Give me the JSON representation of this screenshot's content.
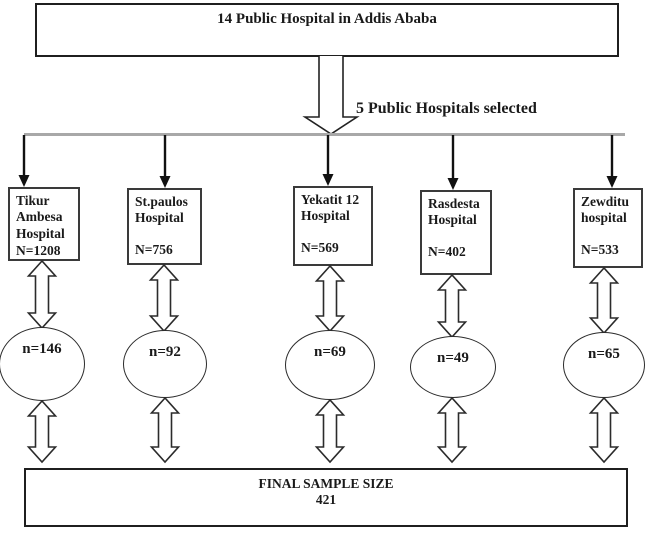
{
  "header": {
    "title": "14 Public Hospital in Addis Ababa",
    "selection_label": "5 Public Hospitals selected"
  },
  "hospitals": [
    {
      "name": "Tikur Ambesa Hospital",
      "n": "N=1208",
      "sample": "n=146"
    },
    {
      "name": "St.paulos Hospital",
      "n": "N=756",
      "sample": "n=92"
    },
    {
      "name": "Yekatit 12 Hospital",
      "n": "N=569",
      "sample": "n=69"
    },
    {
      "name": "Rasdesta Hospital",
      "n": "N=402",
      "sample": "n=49"
    },
    {
      "name": "Zewditu hospital",
      "n": "N=533",
      "sample": "n=65"
    }
  ],
  "final_box": {
    "line1": "FINAL SAMPLE SIZE",
    "line2": "421"
  },
  "colors": {
    "branch_line_gray": "#a8a8a8",
    "box_border": "#3a3a3a",
    "text": "#1a1a1a",
    "arrow_fill": "#ffffff"
  }
}
